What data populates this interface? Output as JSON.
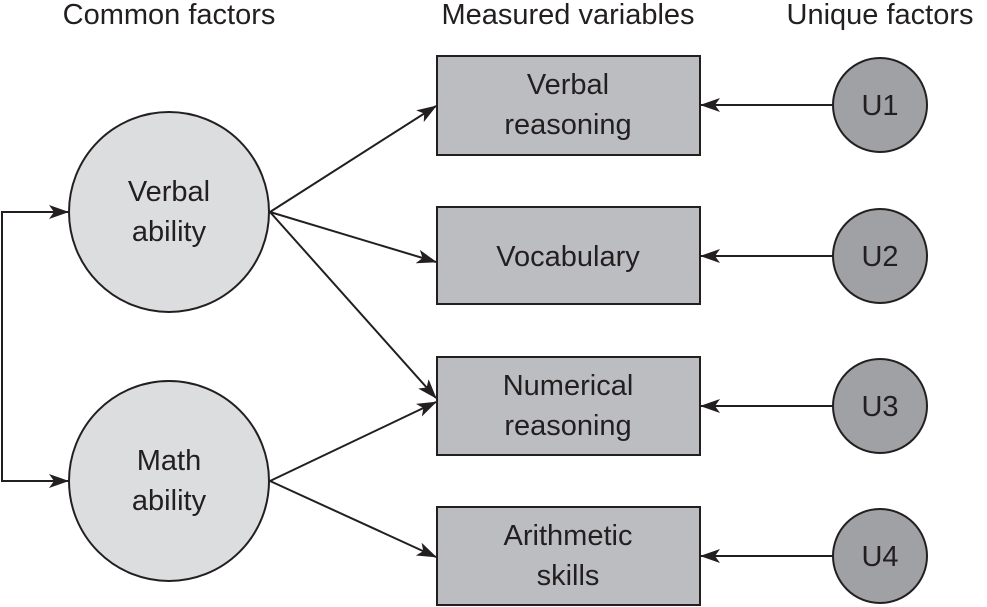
{
  "headers": {
    "common": "Common factors",
    "measured": "Measured variables",
    "unique": "Unique factors"
  },
  "common_factors": [
    {
      "id": "verbal",
      "lines": [
        "Verbal",
        "ability"
      ]
    },
    {
      "id": "math",
      "lines": [
        "Math",
        "ability"
      ]
    }
  ],
  "measured_variables": [
    {
      "id": "verbal-reasoning",
      "lines": [
        "Verbal",
        "reasoning"
      ]
    },
    {
      "id": "vocabulary",
      "lines": [
        "Vocabulary"
      ]
    },
    {
      "id": "numerical-reasoning",
      "lines": [
        "Numerical",
        "reasoning"
      ]
    },
    {
      "id": "arithmetic-skills",
      "lines": [
        "Arithmetic",
        "skills"
      ]
    }
  ],
  "unique_factors": [
    {
      "id": "u1",
      "label": "U1"
    },
    {
      "id": "u2",
      "label": "U2"
    },
    {
      "id": "u3",
      "label": "U3"
    },
    {
      "id": "u4",
      "label": "U4"
    }
  ],
  "edges": [
    {
      "from": "verbal",
      "to": "verbal-reasoning"
    },
    {
      "from": "verbal",
      "to": "vocabulary"
    },
    {
      "from": "verbal",
      "to": "numerical-reasoning"
    },
    {
      "from": "math",
      "to": "numerical-reasoning"
    },
    {
      "from": "math",
      "to": "arithmetic-skills"
    },
    {
      "from": "u1",
      "to": "verbal-reasoning"
    },
    {
      "from": "u2",
      "to": "vocabulary"
    },
    {
      "from": "u3",
      "to": "numerical-reasoning"
    },
    {
      "from": "u4",
      "to": "arithmetic-skills"
    }
  ],
  "correlation": {
    "between": [
      "verbal",
      "math"
    ],
    "type": "bidirectional"
  },
  "colors": {
    "common_fill": "#dcdddf",
    "measured_fill": "#bcbdc0",
    "unique_fill": "#a0a1a4",
    "stroke": "#231f20",
    "text": "#231f20"
  }
}
